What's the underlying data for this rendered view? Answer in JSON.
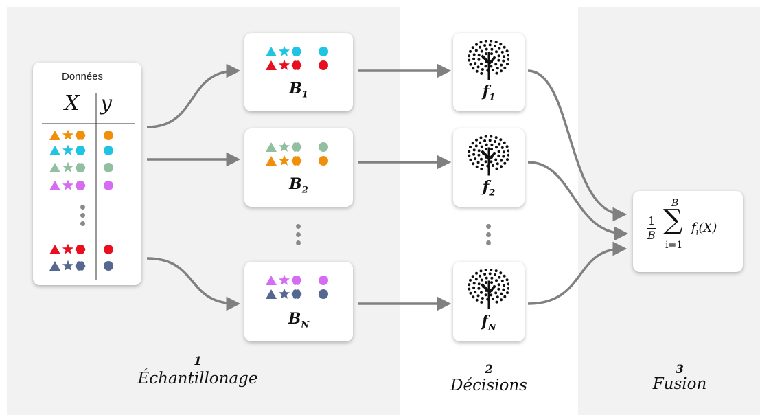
{
  "data_card": {
    "title": "Données",
    "col_x": "X",
    "col_y": "y",
    "rows": [
      {
        "color": "#f0900a"
      },
      {
        "color": "#1fc3e3"
      },
      {
        "color": "#92bfa0"
      },
      {
        "color": "#d56cf2"
      },
      {
        "color": "#e8101f"
      },
      {
        "color": "#55688f"
      }
    ]
  },
  "bootstraps": [
    {
      "name": "B",
      "sub": "1",
      "rows": [
        {
          "color": "#1fc3e3"
        },
        {
          "color": "#e8101f"
        }
      ]
    },
    {
      "name": "B",
      "sub": "2",
      "rows": [
        {
          "color": "#92bfa0"
        },
        {
          "color": "#f0900a"
        }
      ]
    },
    {
      "name": "B",
      "sub": "N",
      "rows": [
        {
          "color": "#d56cf2"
        },
        {
          "color": "#55688f"
        }
      ]
    }
  ],
  "models": [
    {
      "name": "f",
      "sub": "1",
      "icon": "tree-icon"
    },
    {
      "name": "f",
      "sub": "2",
      "icon": "tree-icon"
    },
    {
      "name": "f",
      "sub": "N",
      "icon": "tree-icon"
    }
  ],
  "fusion": {
    "frac_num": "1",
    "frac_den": "B",
    "sum_top": "B",
    "sum_bottom": "i=1",
    "term": "f",
    "term_sub": "i",
    "term_arg": "(X)"
  },
  "stages": [
    {
      "num": "1",
      "name": "Échantillonage"
    },
    {
      "num": "2",
      "name": "Décisions"
    },
    {
      "num": "3",
      "name": "Fusion"
    }
  ],
  "colors": {
    "panel": "#f2f2f2",
    "arrow": "#808080"
  }
}
